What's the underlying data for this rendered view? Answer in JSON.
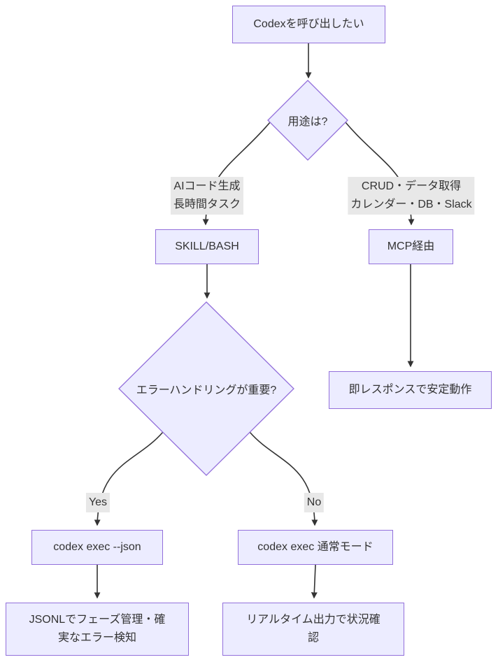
{
  "colors": {
    "background": "#ffffff",
    "node_fill": "#ECECFF",
    "node_border": "#9370DB",
    "edge_line": "#333333",
    "edge_label_bg": "#e8e8e8",
    "text": "#333333"
  },
  "nodes": {
    "start": {
      "label": "Codexを呼び出したい"
    },
    "usage_decision": {
      "label": "用途は?"
    },
    "skill_bash": {
      "label": "SKILL/BASH"
    },
    "mcp": {
      "label": "MCP経由"
    },
    "error_decision": {
      "label": "エラーハンドリングが重要?"
    },
    "stable": {
      "label": "即レスポンスで安定動作"
    },
    "exec_json": {
      "label": "codex exec --json"
    },
    "exec_normal": {
      "label": "codex exec 通常モード"
    },
    "jsonl": {
      "line1": "JSONLでフェーズ管理・確",
      "line2": "実なエラー検知"
    },
    "realtime": {
      "line1": "リアルタイム出力で状況確",
      "line2": "認"
    }
  },
  "edge_labels": {
    "skill_branch": {
      "line1": "AIコード生成",
      "line2": "長時間タスク"
    },
    "mcp_branch": {
      "line1": "CRUD・データ取得",
      "line2": "カレンダー・DB・Slack"
    },
    "yes": "Yes",
    "no": "No"
  }
}
